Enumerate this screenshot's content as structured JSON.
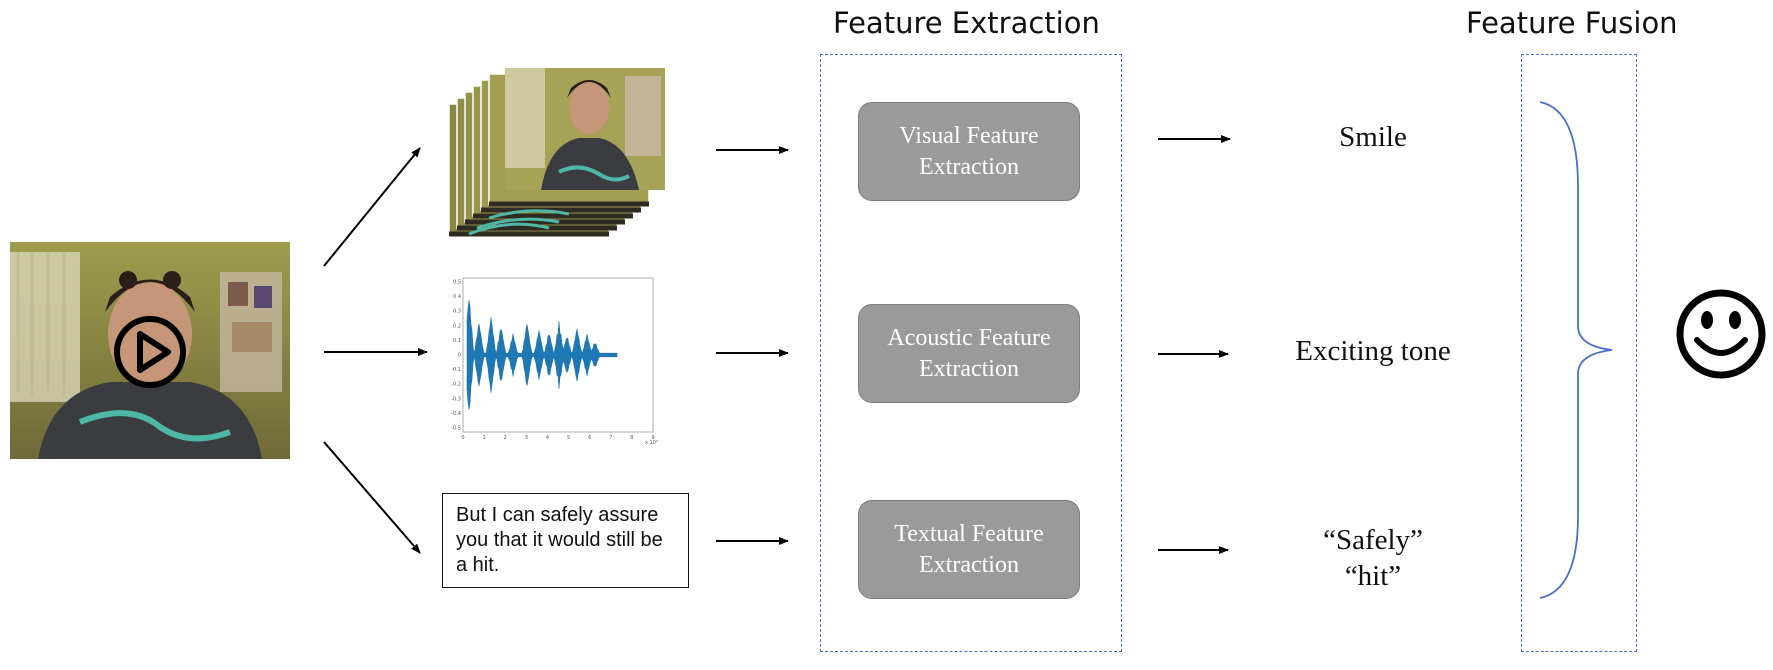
{
  "headings": {
    "feature_extraction": "Feature Extraction",
    "feature_fusion": "Feature Fusion"
  },
  "input": {
    "icon": "video-play-icon"
  },
  "modalities": {
    "visual": {
      "icon": "video-frames-stack"
    },
    "acoustic": {
      "icon": "audio-waveform-plot",
      "y_ticks": [
        "0.5",
        "0.4",
        "0.3",
        "0.2",
        "0.1",
        "0",
        "-0.1",
        "-0.2",
        "-0.3",
        "-0.4",
        "-0.5"
      ],
      "x_ticks": [
        "0",
        "1",
        "2",
        "3",
        "4",
        "5",
        "6",
        "7",
        "8",
        "9"
      ],
      "x_exponent": "x 10⁴",
      "waveform_color": "#1f77b4"
    },
    "textual": {
      "transcript": "But I can safely assure you that it would still be a hit."
    }
  },
  "extractors": {
    "visual_line1": "Visual Feature",
    "visual_line2": "Extraction",
    "acoustic_line1": "Acoustic Feature",
    "acoustic_line2": "Extraction",
    "textual_line1": "Textual Feature",
    "textual_line2": "Extraction"
  },
  "features": {
    "visual": "Smile",
    "acoustic": "Exciting tone",
    "textual_line1": "“Safely”",
    "textual_line2": "“hit”"
  },
  "output": {
    "icon": "smiley-face-icon"
  },
  "colors": {
    "panel_border": "#4a6fc4",
    "extractor_fill": "#9a9a9a",
    "brace": "#4a6fc4",
    "waveform": "#1f77b4"
  }
}
